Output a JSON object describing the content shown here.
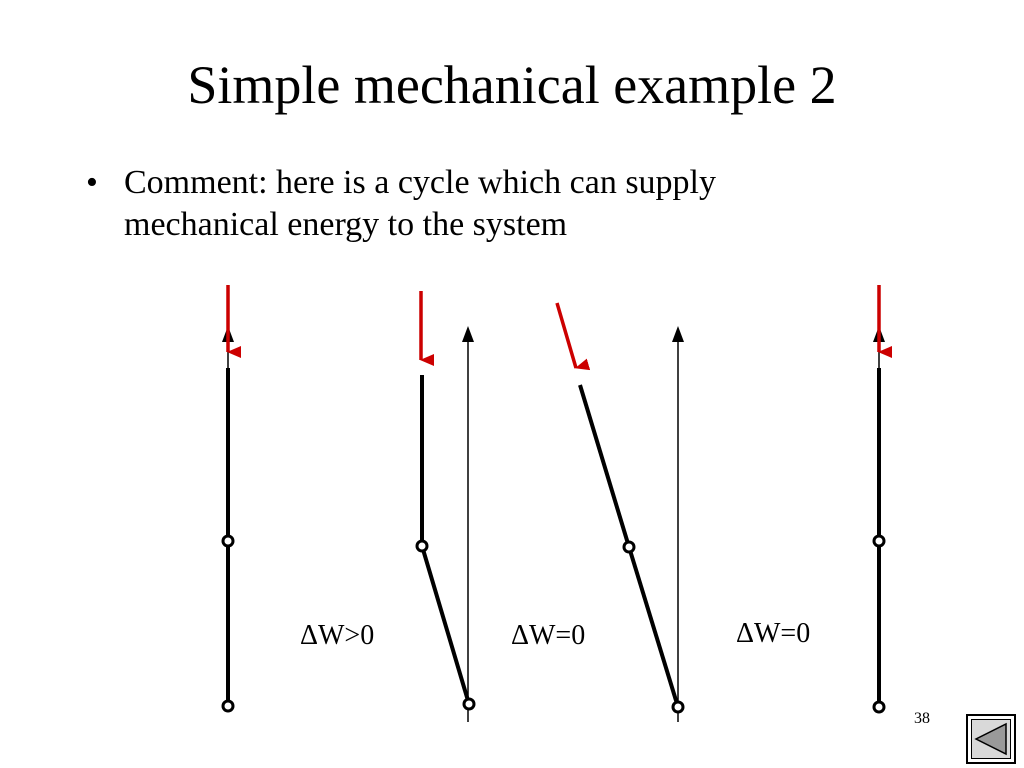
{
  "slide": {
    "title": "Simple mechanical example 2",
    "bullet": {
      "marker": "•",
      "line1": "Comment: here is a cycle which can supply",
      "line2": "mechanical energy to the system"
    },
    "labels": {
      "dw1": "ΔW>0",
      "dw2": "ΔW=0",
      "dw3": "ΔW=0"
    },
    "page_number": "38"
  },
  "colors": {
    "text": "#000000",
    "force_arrow": "#cc0000",
    "background": "#ffffff",
    "nav_button_fill": "#d9d9d9"
  },
  "icons": {
    "nav_button": "back-triangle-icon"
  }
}
